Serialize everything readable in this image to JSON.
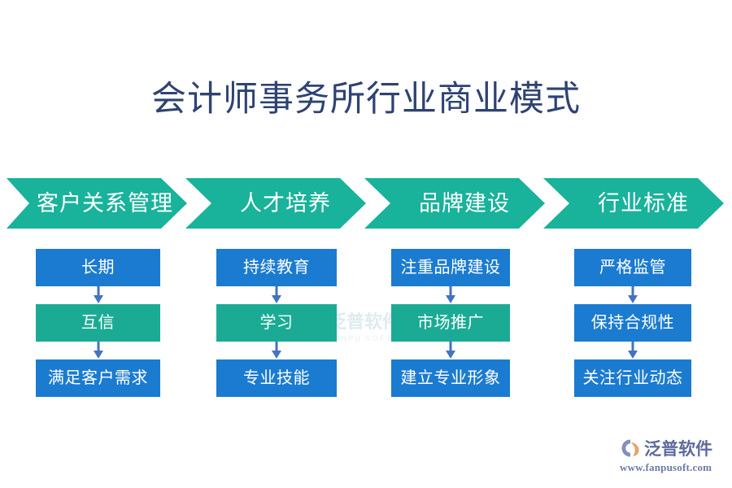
{
  "page": {
    "title": "会计师事务所行业商业模式",
    "background_color": "#ffffff",
    "title_color": "#2e4372"
  },
  "colors": {
    "teal": "#19b29a",
    "teal_box": "#1bab94",
    "blue_box": "#1b7bd0",
    "arrow": "#4472c4",
    "logo_text": "#5b6b9c"
  },
  "chevrons": [
    {
      "label": "客户关系管理"
    },
    {
      "label": "人才培养"
    },
    {
      "label": "品牌建设"
    },
    {
      "label": "行业标准"
    }
  ],
  "columns": [
    {
      "name": "客户关系管理",
      "boxes": [
        {
          "label": "长期",
          "color": "blue"
        },
        {
          "label": "互信",
          "color": "teal"
        },
        {
          "label": "满足客户需求",
          "color": "blue"
        }
      ]
    },
    {
      "name": "人才培养",
      "boxes": [
        {
          "label": "持续教育",
          "color": "blue"
        },
        {
          "label": "学习",
          "color": "teal"
        },
        {
          "label": "专业技能",
          "color": "blue"
        }
      ]
    },
    {
      "name": "品牌建设",
      "boxes": [
        {
          "label": "注重品牌建设",
          "color": "blue"
        },
        {
          "label": "市场推广",
          "color": "teal"
        },
        {
          "label": "建立专业形象",
          "color": "blue"
        }
      ]
    },
    {
      "name": "行业标准",
      "boxes": [
        {
          "label": "严格监管",
          "color": "blue"
        },
        {
          "label": "保持合规性",
          "color": "blue"
        },
        {
          "label": "关注行业动态",
          "color": "blue"
        }
      ]
    }
  ],
  "watermark": {
    "name": "泛普软件",
    "subtitle": "FANPU SOFTWARE"
  },
  "logo": {
    "name": "泛普软件",
    "url": "www.fanpusoft.com"
  }
}
